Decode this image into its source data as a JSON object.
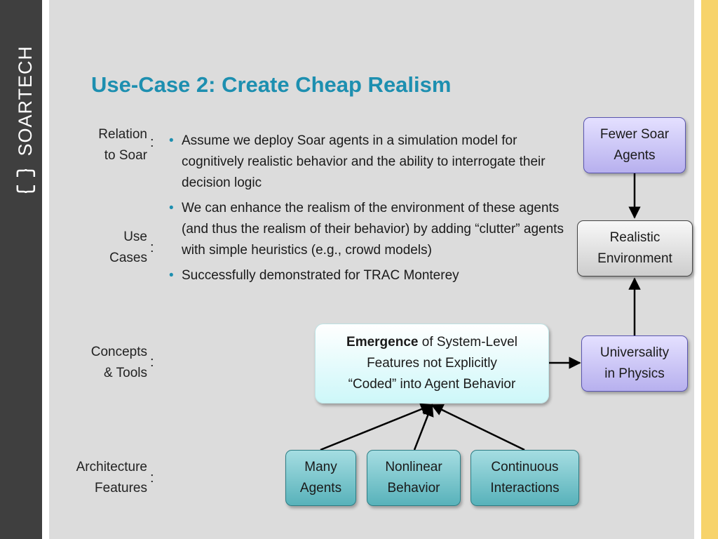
{
  "brand": {
    "name": "SOARTECH",
    "icon": "brace-icon"
  },
  "title": "Use-Case 2: Create Cheap Realism",
  "row_labels": [
    {
      "line1": "Relation",
      "line2": "to Soar"
    },
    {
      "line1": "Use",
      "line2": "Cases"
    },
    {
      "line1": "Concepts",
      "line2": "& Tools"
    },
    {
      "line1": "Architecture",
      "line2": "Features"
    }
  ],
  "colon": ":",
  "bullets": [
    "Assume we deploy Soar agents in a simulation model for cognitively realistic behavior and the ability to interrogate their decision logic",
    "We can enhance the realism of the environment of these agents (and thus the realism of their behavior) by adding “clutter” agents with simple heuristics (e.g., crowd models)",
    "Successfully demonstrated for TRAC Monterey"
  ],
  "diagram": {
    "fewer_soar_agents": {
      "line1": "Fewer Soar",
      "line2": "Agents"
    },
    "realistic_environment": {
      "line1": "Realistic",
      "line2": "Environment"
    },
    "universality_in_physics": {
      "line1": "Universality",
      "line2": "in Physics"
    },
    "emergence": {
      "bold": "Emergence",
      "rest": " of System-Level",
      "line2": "Features not Explicitly",
      "line3": "“Coded” into Agent Behavior"
    },
    "many_agents": {
      "line1": "Many",
      "line2": "Agents"
    },
    "nonlinear_behavior": {
      "line1": "Nonlinear",
      "line2": "Behavior"
    },
    "continuous_interactions": {
      "line1": "Continuous",
      "line2": "Interactions"
    }
  },
  "colors": {
    "title": "#1d8fb0",
    "sidebar": "#3f3f3f",
    "accent_bar": "#f7d36b",
    "purple_box": "#c6c0f5",
    "teal_box": "#6cc0c7",
    "gray_box": "#e0e0e0"
  }
}
